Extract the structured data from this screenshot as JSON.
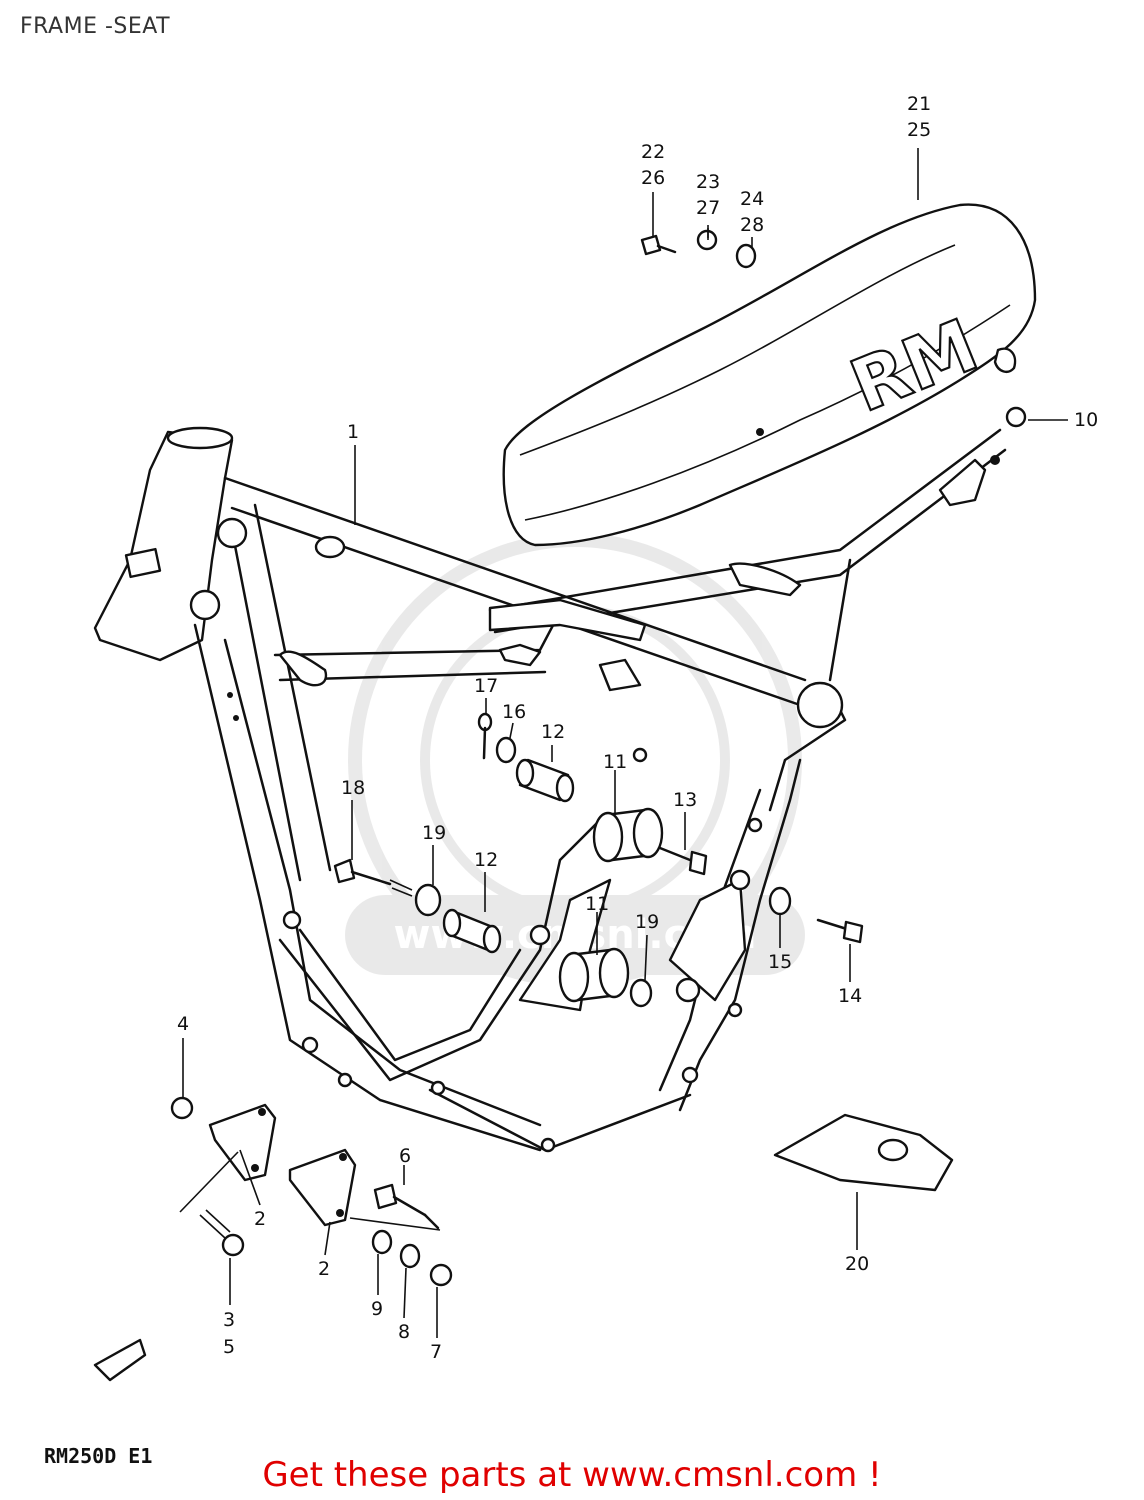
{
  "page": {
    "title": "FRAME -SEAT"
  },
  "diagram": {
    "model_label": "RM250D E1",
    "seat_logo": "RM",
    "watermark": "www.cmsnl.com",
    "footer": "Get these parts at www.cmsnl.com !",
    "callouts": {
      "frame": "1",
      "bracket_left": "2",
      "bracket_right": "2",
      "bolt_3": "3",
      "nut_4": "4",
      "bolt_5": "5",
      "bolt_6": "6",
      "nut_7": "7",
      "washer_8": "8",
      "washer_9": "9",
      "nut_10": "10",
      "bushing_upper": "11",
      "bushing_lower": "11",
      "collar_upper": "12",
      "collar_lower": "12",
      "bolt_13": "13",
      "bolt_14": "14",
      "washer_15": "15",
      "washer_16": "16",
      "pin_17": "17",
      "bolt_18": "18",
      "washer_19_upper": "19",
      "washer_19_lower": "19",
      "guard_20": "20",
      "seat_21": "21",
      "bolt_22": "22",
      "nut_23": "23",
      "washer_24": "24",
      "seat_25": "25",
      "bolt_26": "26",
      "nut_27": "27",
      "washer_28": "28"
    }
  }
}
